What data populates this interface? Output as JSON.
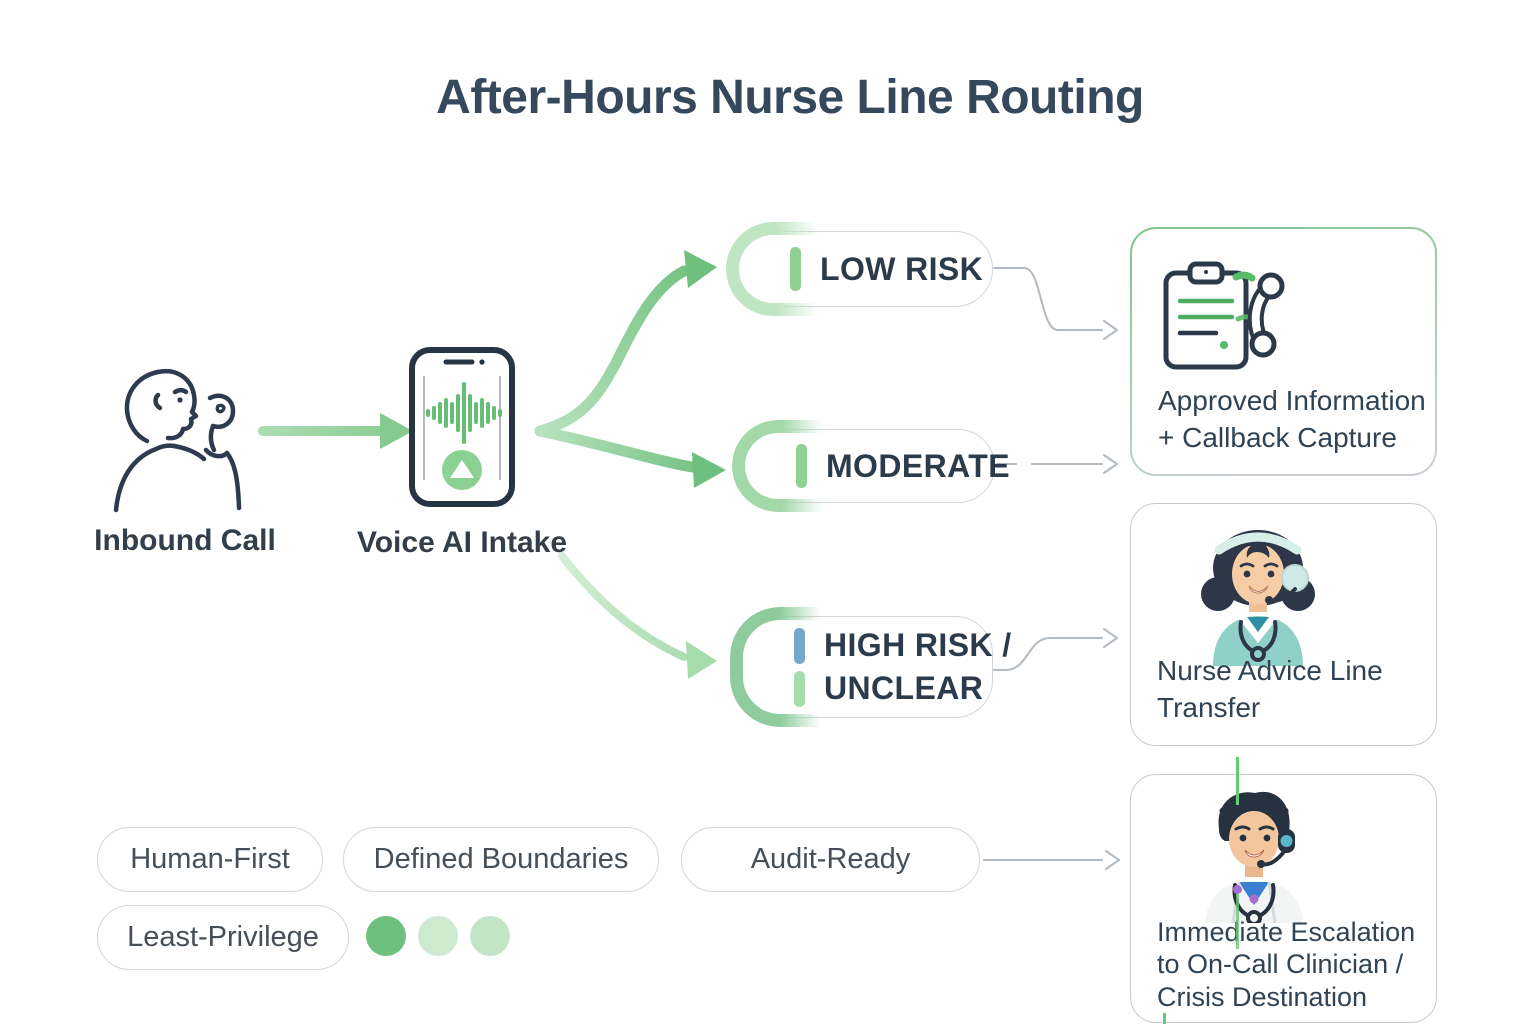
{
  "title": "After-Hours Nurse Line Routing",
  "flow": {
    "inbound": {
      "label": "Inbound Call"
    },
    "intake": {
      "label": "Voice AI Intake"
    }
  },
  "risk_pills": {
    "low": {
      "label": "LOW RISK"
    },
    "moderate": {
      "label": "MODERATE"
    },
    "high": {
      "line1": "HIGH RISK /",
      "line2": "UNCLEAR"
    }
  },
  "outcomes": {
    "approved_info": {
      "lines": [
        "Approved Information",
        "+ Callback Capture"
      ]
    },
    "nurse_transfer": {
      "lines": [
        "Nurse Advice Line",
        "Transfer"
      ]
    },
    "escalation": {
      "lines": [
        "Immediate Escalation",
        "to On-Call Clinician /",
        "Crisis Destination"
      ]
    }
  },
  "principles": {
    "human_first": "Human-First",
    "defined_boundaries": "Defined Boundaries",
    "audit_ready": "Audit-Ready",
    "least_privilege": "Least-Privilege"
  },
  "colors": {
    "accent_green": "#7cc489",
    "accent_green_light": "#bfe5c2",
    "accent_green_mid": "#a3d8a8",
    "accent_green_deep": "#8fcc9d",
    "risk_bar_green": "#8ed193",
    "risk_bar_blue": "#74a9c9",
    "risk_bar_light_green": "#a9dcad",
    "title_slate": "#35485c",
    "outline_navy": "#2b3949",
    "connector_gray": "#b4bac2",
    "dot_colors": [
      "#6ec17c",
      "#cdeacf",
      "#c2e5c7"
    ]
  }
}
